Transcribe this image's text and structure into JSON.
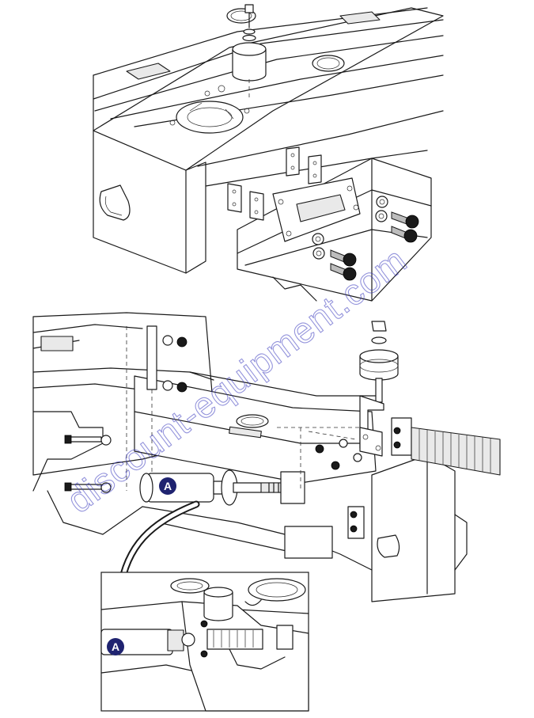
{
  "callouts": {
    "cylinder_label": "A",
    "detail_label": "A"
  },
  "watermark": {
    "text": "discount-equipment.com"
  },
  "colors": {
    "line": "#1a1a1a",
    "callout_fill": "#1f2370",
    "watermark": "#3b3bbf"
  }
}
